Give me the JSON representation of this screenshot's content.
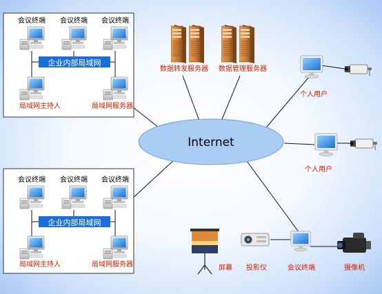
{
  "internet_label": "Internet",
  "lan_top": {
    "terminal_1": "会议终端",
    "terminal_2": "会议终端",
    "terminal_3": "会议终端",
    "network": "企业内部局域网",
    "host": "局域网主持人",
    "server": "局域网服务器"
  },
  "lan_bottom": {
    "terminal_1": "会议终端",
    "terminal_2": "会议终端",
    "terminal_3": "会议终端",
    "network": "企业内部局域网",
    "host": "局域网主持人",
    "server": "局域网服务器"
  },
  "servers": {
    "forward": "数据转发服务器",
    "manage": "数据管理服务器"
  },
  "users": {
    "user_1": "个人用户",
    "user_2": "个人用户"
  },
  "meeting_room": {
    "screen": "屏幕",
    "projector": "投影仪",
    "terminal": "会议终端",
    "camera": "摄像机"
  },
  "colors": {
    "label_red": "#cc2200",
    "label_black": "#000000",
    "network_bar": "#1a6fd6",
    "cloud": "#a9cdf5"
  }
}
